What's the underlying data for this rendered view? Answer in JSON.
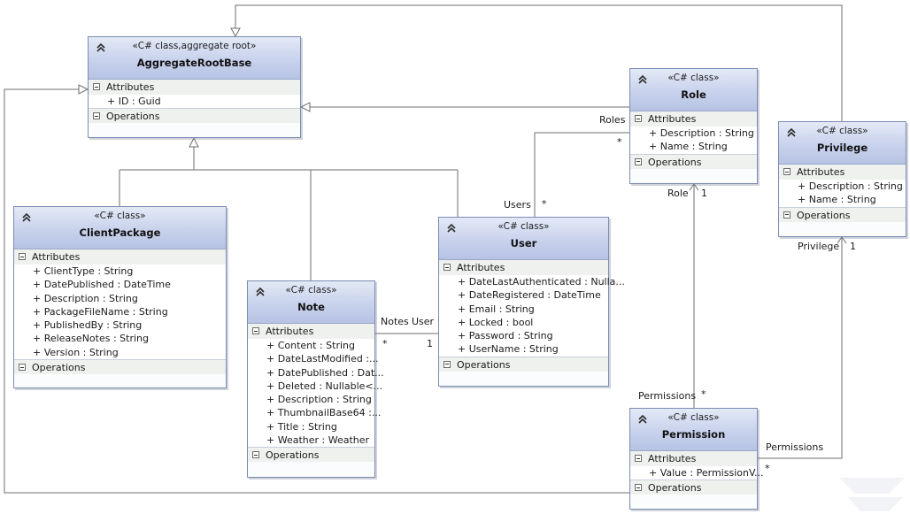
{
  "classes": [
    {
      "id": "aggregate-root-base",
      "stereotype": "«C# class,aggregate root»",
      "name": "AggregateRootBase",
      "attributes_label": "Attributes",
      "attributes": [
        "+ ID : Guid"
      ],
      "operations_label": "Operations"
    },
    {
      "id": "role",
      "stereotype": "«C# class»",
      "name": "Role",
      "attributes_label": "Attributes",
      "attributes": [
        "+ Description : String",
        "+ Name : String"
      ],
      "operations_label": "Operations"
    },
    {
      "id": "privilege",
      "stereotype": "«C# class»",
      "name": "Privilege",
      "attributes_label": "Attributes",
      "attributes": [
        "+ Description : String",
        "+ Name : String"
      ],
      "operations_label": "Operations"
    },
    {
      "id": "client-package",
      "stereotype": "«C# class»",
      "name": "ClientPackage",
      "attributes_label": "Attributes",
      "attributes": [
        "+ ClientType : String",
        "+ DatePublished : DateTime",
        "+ Description : String",
        "+ PackageFileName : String",
        "+ PublishedBy : String",
        "+ ReleaseNotes : String",
        "+ Version : String"
      ],
      "operations_label": "Operations"
    },
    {
      "id": "note",
      "stereotype": "«C# class»",
      "name": "Note",
      "attributes_label": "Attributes",
      "attributes": [
        "+ Content : String",
        "+ DateLastModified :...",
        "+ DatePublished : Dat...",
        "+ Deleted : Nullable<...",
        "+ Description : String",
        "+ ThumbnailBase64 :...",
        "+ Title : String",
        "+ Weather : Weather"
      ],
      "operations_label": "Operations"
    },
    {
      "id": "user",
      "stereotype": "«C# class»",
      "name": "User",
      "attributes_label": "Attributes",
      "attributes": [
        "+ DateLastAuthenticated : Nulla...",
        "+ DateRegistered : DateTime",
        "+ Email : String",
        "+ Locked : bool",
        "+ Password : String",
        "+ UserName : String"
      ],
      "operations_label": "Operations"
    },
    {
      "id": "permission",
      "stereotype": "«C# class»",
      "name": "Permission",
      "attributes_label": "Attributes",
      "attributes": [
        "+ Value : PermissionV..."
      ],
      "operations_label": "Operations"
    }
  ],
  "association_labels": [
    {
      "id": "roles-role-end",
      "text": "Roles"
    },
    {
      "id": "roles-role-mult",
      "text": "*"
    },
    {
      "id": "users-label",
      "text": "Users"
    },
    {
      "id": "users-mult",
      "text": "*"
    },
    {
      "id": "notes-label",
      "text": "Notes"
    },
    {
      "id": "user-label",
      "text": "User"
    },
    {
      "id": "notes-mult",
      "text": "*"
    },
    {
      "id": "user-mult",
      "text": "1"
    },
    {
      "id": "role-label",
      "text": "Role"
    },
    {
      "id": "role-mult",
      "text": "1"
    },
    {
      "id": "privilege-label",
      "text": "Privilege"
    },
    {
      "id": "privilege-mult",
      "text": "1"
    },
    {
      "id": "permissions-role-label",
      "text": "Permissions"
    },
    {
      "id": "permissions-role-mult",
      "text": "*"
    },
    {
      "id": "permissions-priv-label",
      "text": "Permissions"
    },
    {
      "id": "permissions-priv-mult",
      "text": "*"
    }
  ]
}
